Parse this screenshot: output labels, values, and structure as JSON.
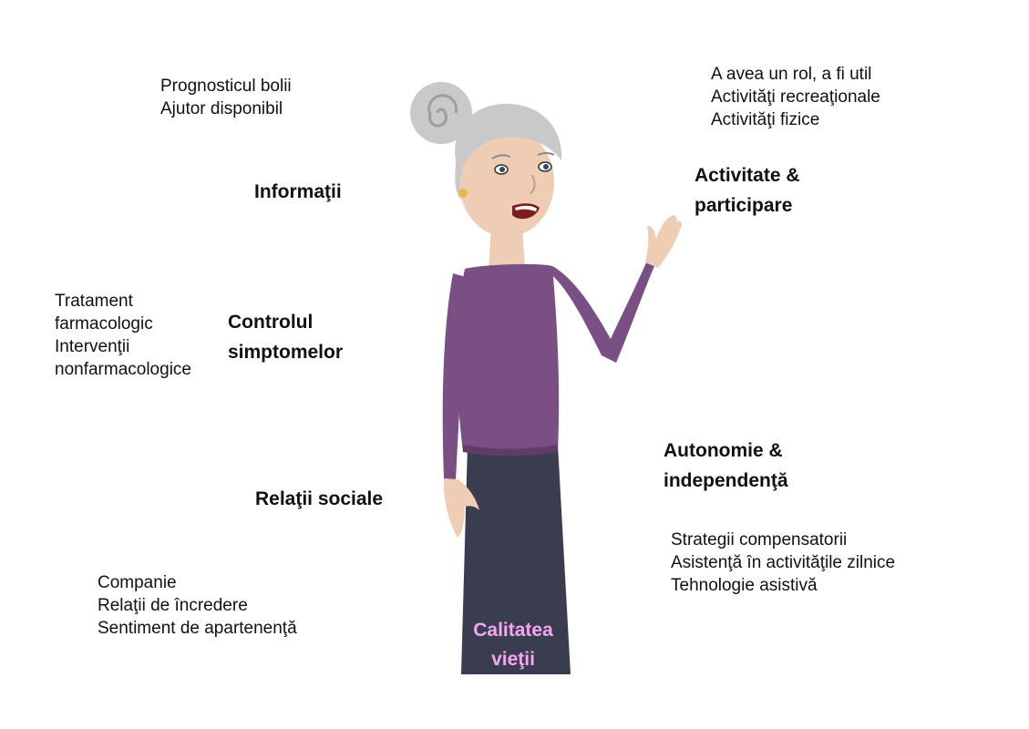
{
  "colors": {
    "sweater": "#7a4f84",
    "skirt": "#3a3d4f",
    "hair": "#c9c9cb",
    "skin": "#eecdb4",
    "center_label": "#f3a6f1"
  },
  "figure": {
    "icon": "elderly-woman-illustration"
  },
  "center": {
    "line1": "Calitatea",
    "line2": "vieţii"
  },
  "nodes": {
    "informatii": {
      "title": [
        "Informaţii"
      ],
      "items": [
        "Prognosticul bolii",
        "Ajutor disponibil"
      ]
    },
    "controlul": {
      "title": [
        "Controlul",
        "simptomelor"
      ],
      "items": [
        "Tratament",
        "farmacologic",
        "Intervenţii",
        "nonfarmacologice"
      ]
    },
    "relatii": {
      "title": [
        "Relaţii sociale"
      ],
      "items": [
        "Companie",
        "Relaţii de încredere",
        "Sentiment de apartenenţă"
      ]
    },
    "activitate": {
      "title": [
        "Activitate &",
        "participare"
      ],
      "items": [
        "A avea un rol, a fi util",
        "Activităţi recreaţionale",
        "Activităţi fizice"
      ]
    },
    "autonomie": {
      "title": [
        "Autonomie &",
        "independenţă"
      ],
      "items": [
        "Strategii compensatorii",
        "Asistenţă în activităţile zilnice",
        "Tehnologie asistivă"
      ]
    }
  }
}
